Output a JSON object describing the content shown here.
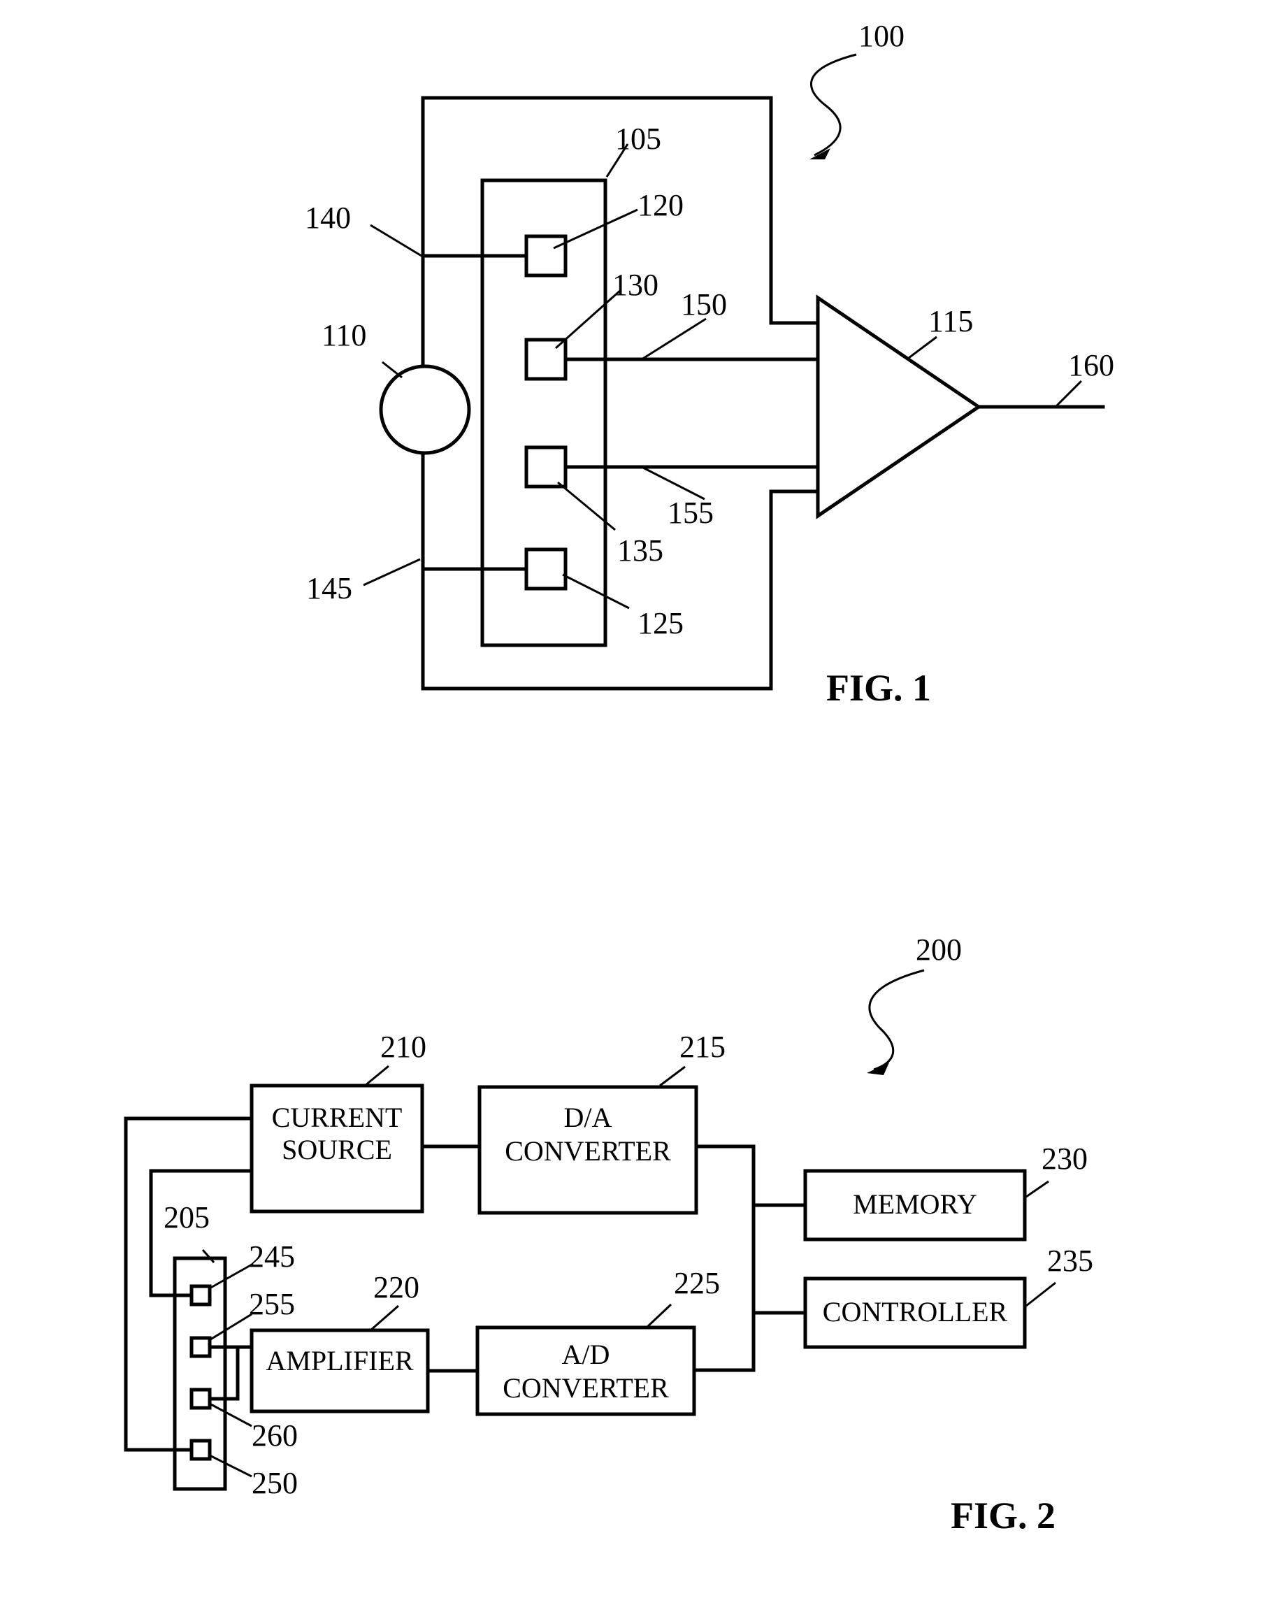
{
  "fig1": {
    "caption": "FIG. 1",
    "refs": {
      "r100": "100",
      "r105": "105",
      "r110": "110",
      "r115": "115",
      "r120": "120",
      "r125": "125",
      "r130": "130",
      "r135": "135",
      "r140": "140",
      "r145": "145",
      "r150": "150",
      "r155": "155",
      "r160": "160"
    }
  },
  "fig2": {
    "caption": "FIG. 2",
    "refs": {
      "r200": "200",
      "r205": "205",
      "r210": "210",
      "r215": "215",
      "r220": "220",
      "r225": "225",
      "r230": "230",
      "r235": "235",
      "r245": "245",
      "r250": "250",
      "r255": "255",
      "r260": "260"
    },
    "blocks": {
      "current_source": [
        "CURRENT",
        "SOURCE"
      ],
      "da_converter": [
        "D/A",
        "CONVERTER"
      ],
      "memory": "MEMORY",
      "controller": "CONTROLLER",
      "amplifier": "AMPLIFIER",
      "ad_converter": [
        "A/D",
        "CONVERTER"
      ]
    }
  }
}
